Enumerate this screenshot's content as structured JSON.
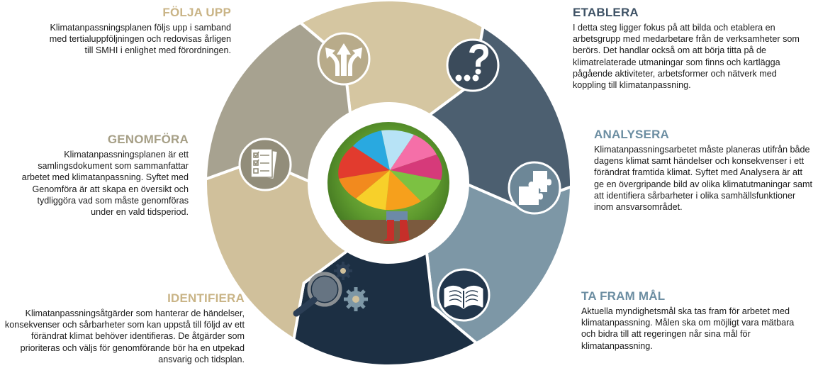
{
  "colors": {
    "folja": "#d5c6a1",
    "etablera": "#4c5f70",
    "analysera": "#7d97a6",
    "ta_fram": "#1c2f43",
    "identifiera": "#d0c09b",
    "genomfora": "#a7a290",
    "heading_tan": "#c9b486",
    "heading_slate": "#3f5366",
    "heading_blue": "#6c8ea2"
  },
  "stages": {
    "folja": {
      "title": "FÖLJA UPP",
      "icon": "diverging-arrows-icon",
      "text": "Klimatanpassningsplanen följs upp i samband med tertialuppföljningen och redovisas årligen till SMHI i enlighet med förordningen."
    },
    "etablera": {
      "title": "ETABLERA",
      "icon": "question-bubble-icon",
      "text": "I detta steg ligger fokus på att bilda och etablera en arbetsgrupp med medarbetare från de verksamheter som berörs. Det handlar också om att börja titta på de klimatrelaterade utmaningar som finns och kartlägga pågående aktiviteter, arbetsformer och nätverk med koppling till klimatanpassning."
    },
    "analysera": {
      "title": "ANALYSERA",
      "icon": "puzzle-icon",
      "text": "Klimatanpassningsarbetet måste planeras utifrån både dagens klimat samt händelser och konsekvenser i ett förändrat framtida klimat.  Syftet med Analysera är att ge en övergripande bild av olika klimatutmaningar  samt att identifiera sårbarheter i olika samhällsfunktioner inom ansvarsområdet."
    },
    "ta_fram": {
      "title": "TA FRAM MÅL",
      "icon": "open-book-icon",
      "text": "Aktuella myndighetsmål  ska tas fram för arbetet med klimatanpassning. Målen ska om möjligt vara mätbara och bidra till att regeringen når sina mål för klimatanpassning."
    },
    "identifiera": {
      "title": "IDENTIFIERA",
      "icon": "magnifier-gears-icon",
      "text": "Klimatanpassningsåtgärder som hanterar de händelser, konsekvenser och sårbarheter som kan uppstå till följd av ett förändrat klimat behöver identifieras. De åtgärder som prioriteras och väljs för genomförande bör ha en utpekad ansvarig och tidsplan."
    },
    "genomfora": {
      "title": "GENOMFÖRA",
      "icon": "checklist-icon",
      "text": "Klimatanpassningsplanen är ett samlingsdokument  som sammanfattar arbetet med klimatanpassning. Syftet med Genomföra är att skapa en översikt och tydliggöra vad som måste genomföras under  en vald tidsperiod."
    }
  },
  "center_image": "rainbow-umbrella-photo"
}
